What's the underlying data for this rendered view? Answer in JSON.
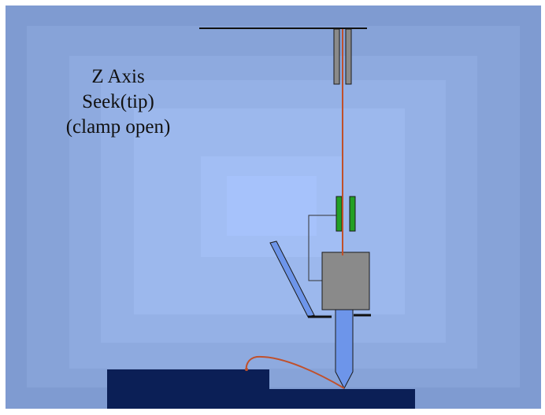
{
  "slide": {
    "caption_lines": [
      "Z Axis",
      "Seek(tip)",
      "(clamp open)"
    ]
  },
  "colors": {
    "background_outer": "#7f9bd1",
    "background_center": "#a6c2fb",
    "wire": "#c0502b",
    "clamp_jaw": "#23a025",
    "carriage_block": "#8a8a8a",
    "probe_tip": "#6d95ea",
    "workpiece": "#0b1f56",
    "outline": "#1a1a1a"
  },
  "icons": {
    "wire_guide": "rectangle-pair",
    "clamp": "green-jaw-pair",
    "carriage": "gray-block",
    "electrode": "pointed-probe",
    "part": "stepped-block"
  }
}
